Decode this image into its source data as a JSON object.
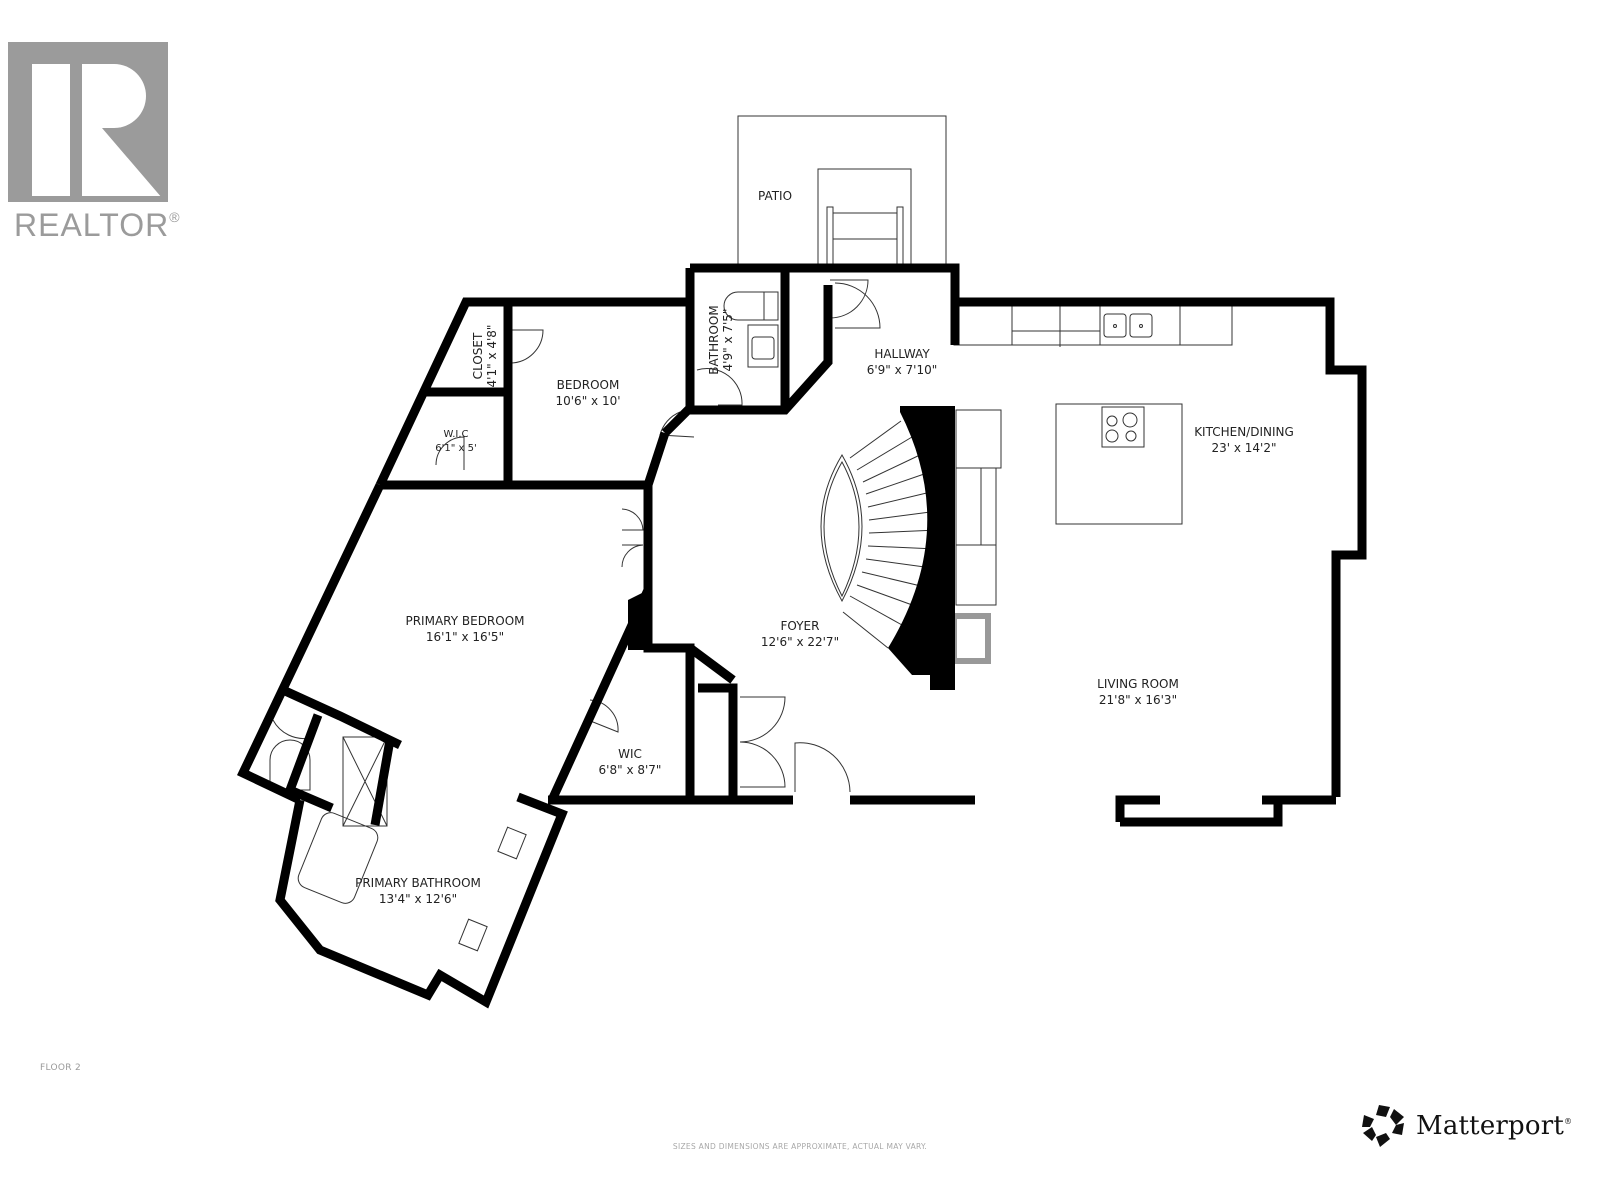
{
  "branding": {
    "realtor_logo_text": "REALTOR",
    "realtor_logo_mark": "®",
    "matterport_text": "Matterport",
    "matterport_mark": "®"
  },
  "floor_label": "FLOOR 2",
  "disclaimer": "SIZES AND DIMENSIONS ARE APPROXIMATE, ACTUAL MAY VARY.",
  "colors": {
    "wall": "#000000",
    "line": "#333333",
    "logo_gray": "#9b9b9b",
    "background": "#ffffff"
  },
  "rooms": [
    {
      "name": "PATIO",
      "dims": ""
    },
    {
      "name": "BATHROOM",
      "dims": "4'9\" x 7'5\""
    },
    {
      "name": "HALLWAY",
      "dims": "6'9\" x 7'10\""
    },
    {
      "name": "CLOSET",
      "dims": "4'1\" x 4'8\""
    },
    {
      "name": "BEDROOM",
      "dims": "10'6\" x 10'"
    },
    {
      "name": "W.I.C",
      "dims": "6'1\" x 5'"
    },
    {
      "name": "KITCHEN/DINING",
      "dims": "23' x 14'2\""
    },
    {
      "name": "PRIMARY BEDROOM",
      "dims": "16'1\" x 16'5\""
    },
    {
      "name": "FOYER",
      "dims": "12'6\" x 22'7\""
    },
    {
      "name": "LIVING ROOM",
      "dims": "21'8\" x 16'3\""
    },
    {
      "name": "WIC",
      "dims": "6'8\" x 8'7\""
    },
    {
      "name": "PRIMARY BATHROOM",
      "dims": "13'4\" x 12'6\""
    }
  ]
}
